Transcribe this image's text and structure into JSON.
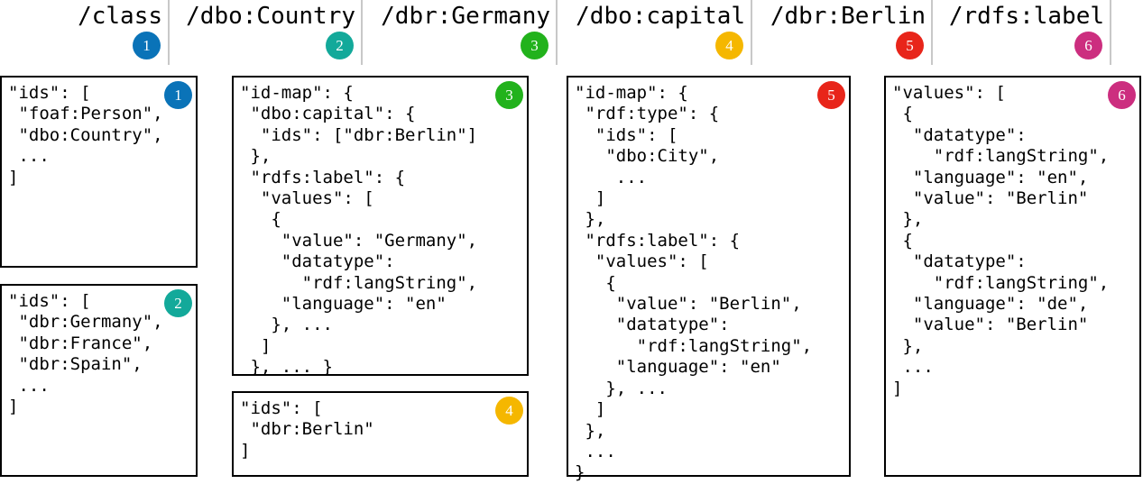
{
  "path_segments": [
    {
      "label": "/class",
      "number": "1",
      "color": "#0a73b8"
    },
    {
      "label": "/dbo:Country",
      "number": "2",
      "color": "#13a99a"
    },
    {
      "label": "/dbr:Germany",
      "number": "3",
      "color": "#22b21c"
    },
    {
      "label": "/dbo:capital",
      "number": "4",
      "color": "#f5b700"
    },
    {
      "label": "/dbr:Berlin",
      "number": "5",
      "color": "#e8251a"
    },
    {
      "label": "/rdfs:label",
      "number": "6",
      "color": "#cc2e7f"
    }
  ],
  "boxes": [
    {
      "number": "1",
      "color": "#0a73b8",
      "code": "\"ids\": [\n \"foaf:Person\",\n \"dbo:Country\",\n ...\n]"
    },
    {
      "number": "2",
      "color": "#13a99a",
      "code": "\"ids\": [\n \"dbr:Germany\",\n \"dbr:France\",\n \"dbr:Spain\",\n ...\n]"
    },
    {
      "number": "3",
      "color": "#22b21c",
      "code": "\"id-map\": {\n \"dbo:capital\": {\n  \"ids\": [\"dbr:Berlin\"]\n },\n \"rdfs:label\": {\n  \"values\": [\n   {\n    \"value\": \"Germany\",\n    \"datatype\":\n      \"rdf:langString\",\n    \"language\": \"en\"\n   }, ...\n  ]\n }, ... }"
    },
    {
      "number": "4",
      "color": "#f5b700",
      "code": "\"ids\": [\n \"dbr:Berlin\"\n]"
    },
    {
      "number": "5",
      "color": "#e8251a",
      "code": "\"id-map\": {\n \"rdf:type\": {\n  \"ids\": [\n   \"dbo:City\",\n    ...\n  ]\n },\n \"rdfs:label\": {\n  \"values\": [\n   {\n    \"value\": \"Berlin\",\n    \"datatype\":\n      \"rdf:langString\",\n    \"language\": \"en\"\n   }, ...\n  ]\n },\n ...\n}"
    },
    {
      "number": "6",
      "color": "#cc2e7f",
      "code": "\"values\": [\n {\n  \"datatype\":\n    \"rdf:langString\",\n  \"language\": \"en\",\n  \"value\": \"Berlin\"\n },\n {\n  \"datatype\":\n    \"rdf:langString\",\n  \"language\": \"de\",\n  \"value\": \"Berlin\"\n },\n ...\n]"
    }
  ]
}
